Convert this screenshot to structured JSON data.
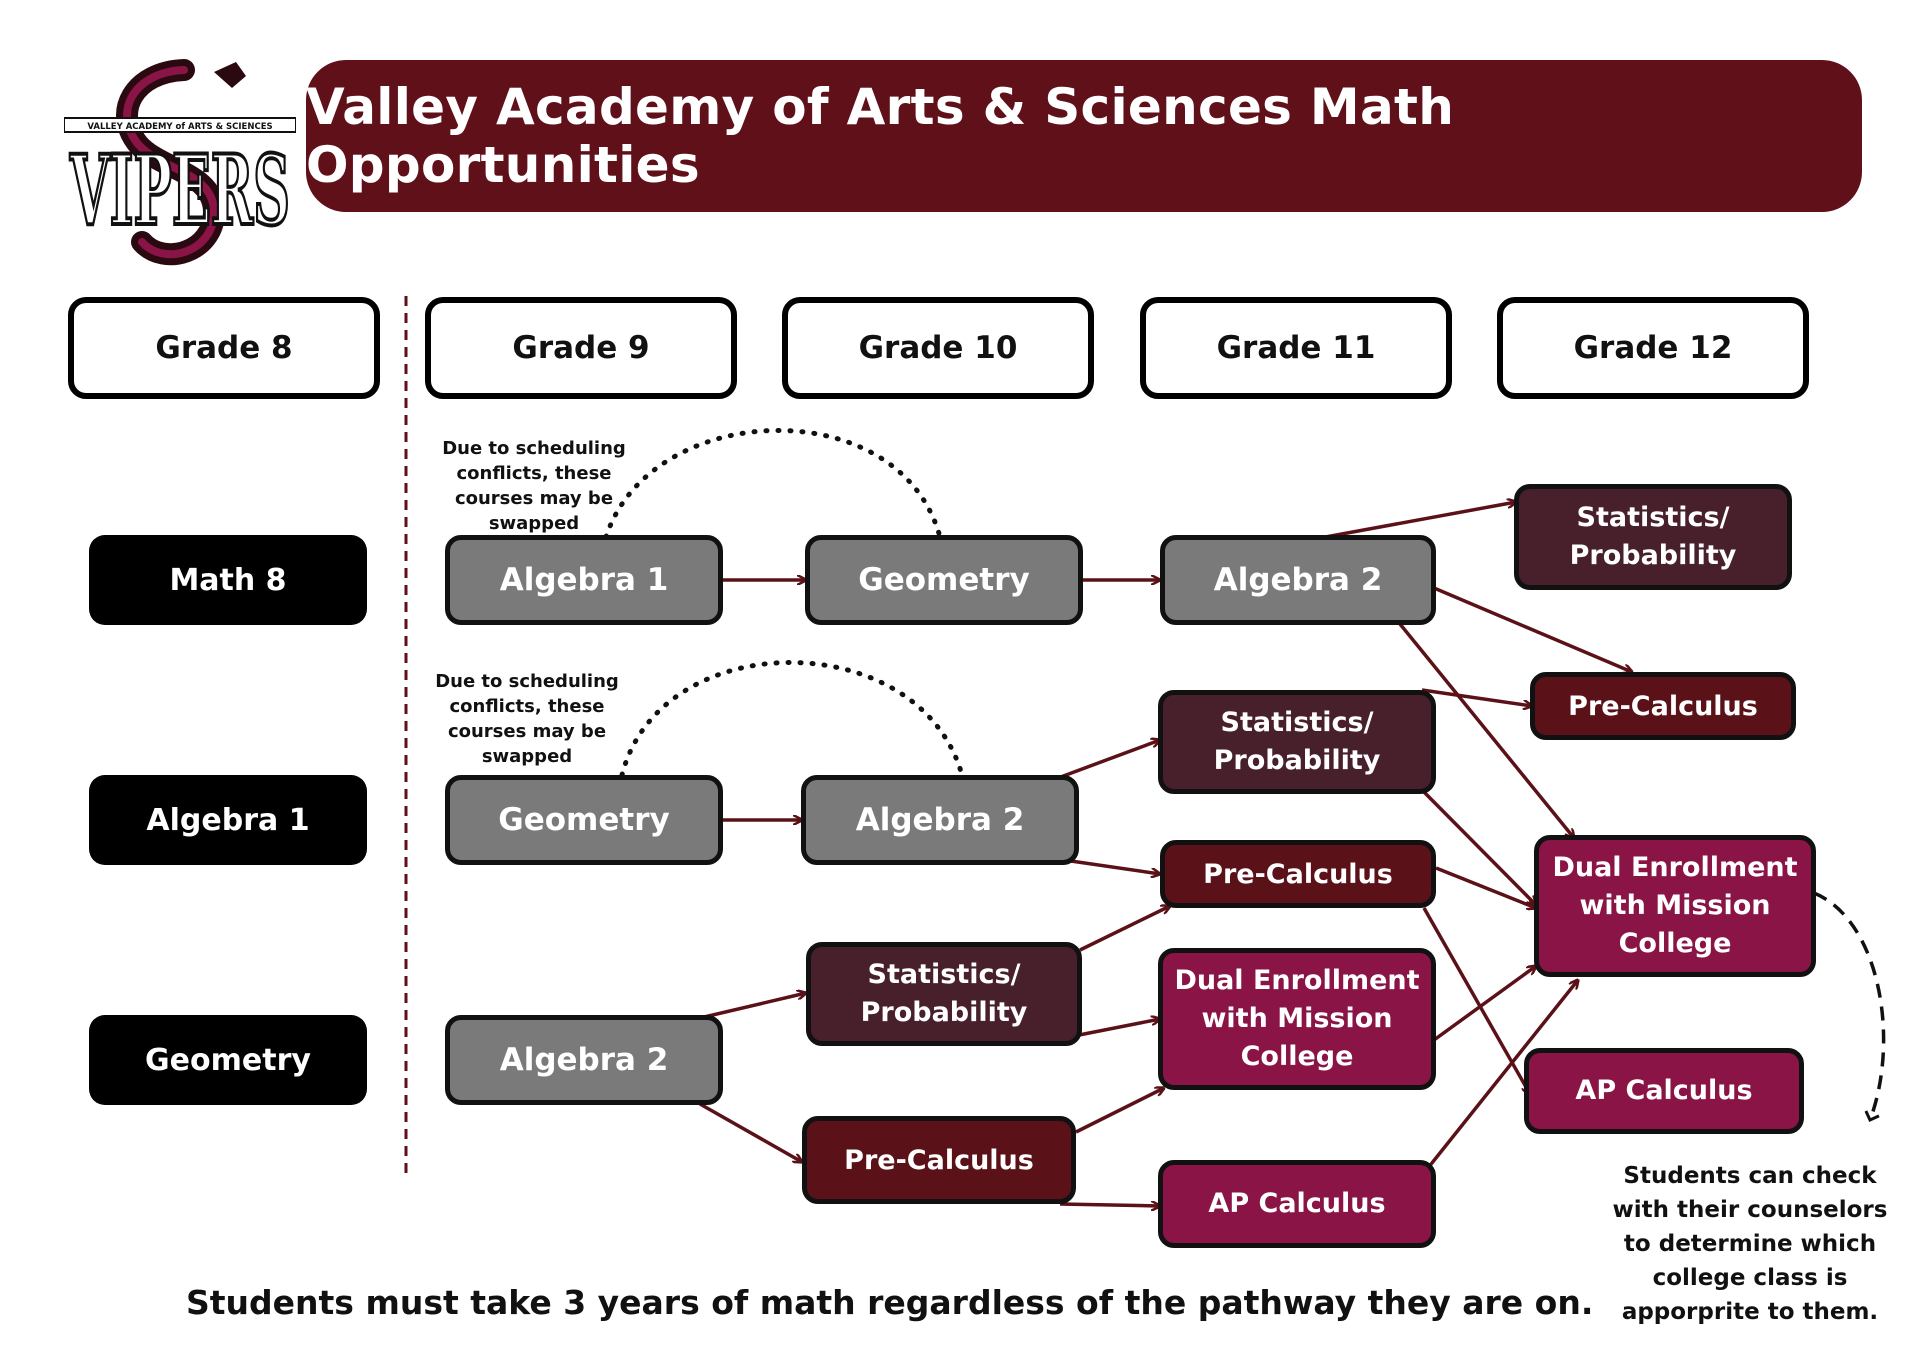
{
  "title": "Valley Academy of Arts & Sciences Math Opportunities",
  "logo": {
    "top_text": "VALLEY ACADEMY of ARTS & SCIENCES",
    "wordmark": "VIPERS"
  },
  "grades": [
    "Grade 8",
    "Grade 9",
    "Grade 10",
    "Grade 11",
    "Grade 12"
  ],
  "grade8_courses": [
    "Math 8",
    "Algebra 1",
    "Geometry"
  ],
  "courses": {
    "p1_g9": "Algebra 1",
    "p1_g10": "Geometry",
    "p1_g11": "Algebra 2",
    "p1_g12_stats": "Statistics/ Probability",
    "g12_precalc": "Pre-Calculus",
    "g12_dual": "Dual Enrollment with Mission College",
    "g12_ap": "AP Calculus",
    "p2_g9": "Geometry",
    "p2_g10": "Algebra 2",
    "g11_stats": "Statistics/ Probability",
    "g11_precalc": "Pre-Calculus",
    "g11_dual": "Dual Enrollment with Mission College",
    "g11_ap": "AP Calculus",
    "p3_g9": "Algebra 2",
    "g10_stats": "Statistics/ Probability",
    "g10_precalc": "Pre-Calculus"
  },
  "swap_note": "Due to scheduling conflicts, these courses may be swapped",
  "counselor_note": "Students can check with their counselors to determine which college class is apporprite to them.",
  "footer": "Students must take 3 years of math regardless of the pathway they are on.",
  "colors": {
    "brand": "#5f1019",
    "arrow": "#5a1218",
    "gray_box": "#7a7a7a",
    "plum": "#47202c",
    "wine": "#5a1218",
    "berry": "#8a1446"
  }
}
